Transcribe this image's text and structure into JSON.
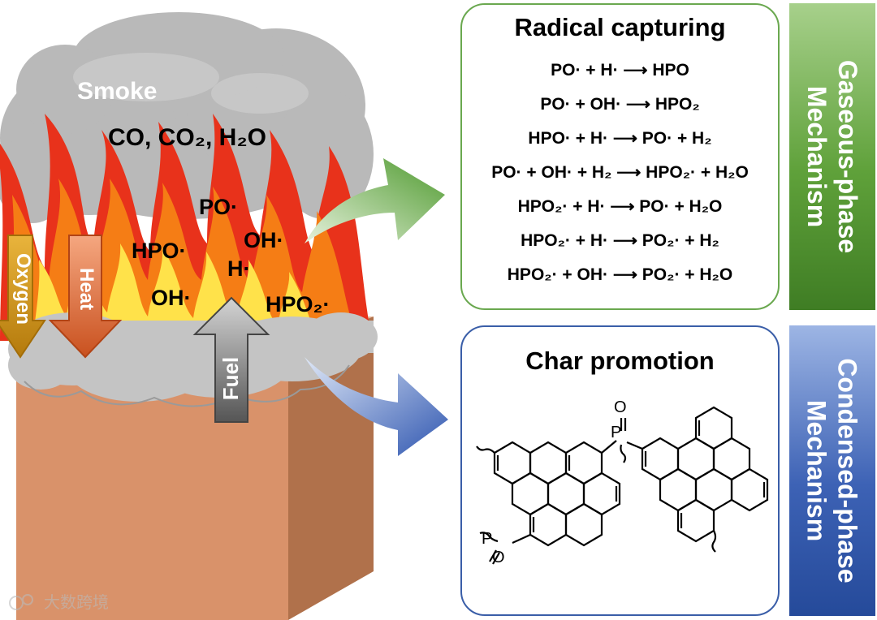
{
  "smoke": {
    "label": "Smoke",
    "products": "CO, CO₂,  H₂O"
  },
  "flame_species": {
    "po": "PO·",
    "hpo": "HPO·",
    "oh_right": "OH·",
    "h": "H·",
    "oh_left": "OH·",
    "hpo2": "HPO₂·"
  },
  "arrows": {
    "oxygen": "Oxygen",
    "heat": "Heat",
    "fuel": "Fuel"
  },
  "radical_panel": {
    "title": "Radical capturing",
    "equations": [
      "PO· + H· ⟶ HPO",
      "PO· + OH· ⟶ HPO₂",
      "HPO· + H· ⟶ PO· + H₂",
      "PO· + OH· + H₂ ⟶ HPO₂· + H₂O",
      "HPO₂· + H· ⟶ PO· + H₂O",
      "HPO₂· + H· ⟶ PO₂· + H₂",
      "HPO₂· + OH· ⟶ PO₂· + H₂O"
    ]
  },
  "char_panel": {
    "title": "Char promotion",
    "atom_p": "P",
    "atom_o": "O"
  },
  "side_labels": {
    "gaseous_line1": "Gaseous-phase",
    "gaseous_line2": "Mechanism",
    "condensed_line1": "Condensed-phase",
    "condensed_line2": "Mechanism"
  },
  "watermark": "大数跨境",
  "colors": {
    "gaseous_green": "#5fa13a",
    "condensed_blue": "#3d62b5",
    "panel_green_border": "#6aa84f",
    "panel_blue_border": "#3a5ea8",
    "box_front": "#d9926a",
    "flame_red": "#e8321b",
    "flame_orange": "#f57d15",
    "flame_yellow": "#ffe24a",
    "smoke_gray": "#b8b8b8"
  },
  "icons": [
    "flame-icon",
    "smoke-cloud-icon",
    "green-arrow-icon",
    "blue-arrow-icon",
    "molecule-icon"
  ]
}
